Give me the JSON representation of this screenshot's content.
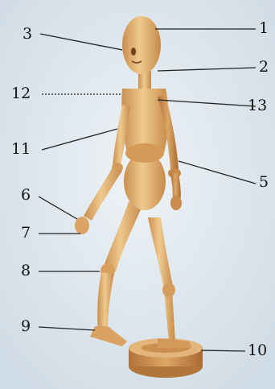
{
  "diagram": {
    "labels": [
      {
        "id": "label-1",
        "text": "1"
      },
      {
        "id": "label-2",
        "text": "2"
      },
      {
        "id": "label-3",
        "text": "3"
      },
      {
        "id": "label-5",
        "text": "5"
      },
      {
        "id": "label-6",
        "text": "6"
      },
      {
        "id": "label-7",
        "text": "7"
      },
      {
        "id": "label-8",
        "text": "8"
      },
      {
        "id": "label-9",
        "text": "9"
      },
      {
        "id": "label-10",
        "text": "10"
      },
      {
        "id": "label-11",
        "text": "11"
      },
      {
        "id": "label-12",
        "text": "12"
      },
      {
        "id": "label-13",
        "text": "13"
      }
    ],
    "colors": {
      "background": "#dfe8ef",
      "wood_light": "#e8c287",
      "wood_mid": "#d9a463",
      "wood_dark": "#b67a3c",
      "line": "#222222"
    }
  }
}
